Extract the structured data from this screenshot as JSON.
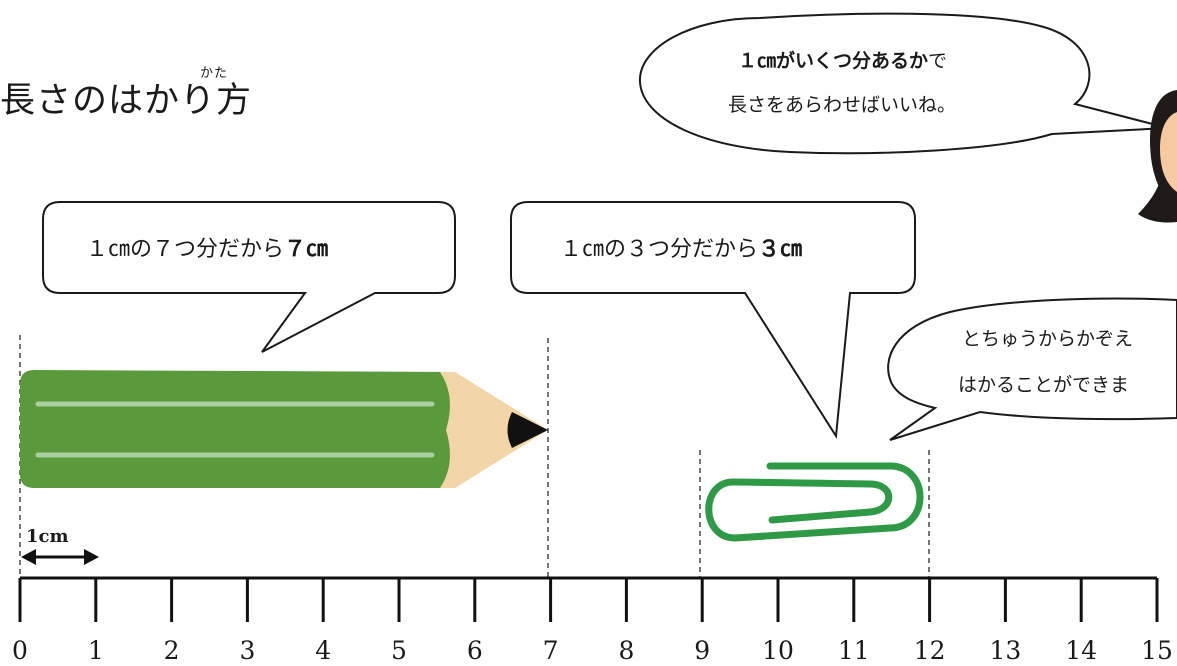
{
  "title": {
    "text": "長さのはかり方",
    "ruby": "かた"
  },
  "cloud_top": {
    "line1_bold": "１㎝がいくつ分あるか",
    "line1_rest": "で",
    "line2": "長さをあらわせばいいね。"
  },
  "cloud_right": {
    "line1": "とちゅうからかぞえ",
    "line2": "はかることができま"
  },
  "box_pencil": {
    "text": "１㎝の７つ分だから",
    "answer": "７㎝"
  },
  "box_clip": {
    "text": "１㎝の３つ分だから",
    "answer": "３㎝"
  },
  "unit_label": "1cm",
  "ruler": {
    "ticks": [
      "0",
      "1",
      "2",
      "3",
      "4",
      "5",
      "6",
      "7",
      "8",
      "9",
      "10",
      "11",
      "12",
      "13",
      "14",
      "15"
    ]
  },
  "colors": {
    "pencil_body": "#5a9a3c",
    "pencil_stripe": "#a9cfa0",
    "pencil_wood": "#f2d6a8",
    "clip_green": "#2f9a46",
    "hair": "#1f1a17",
    "skin": "#f7c9a3"
  },
  "icons": [
    "pencil-icon",
    "paperclip-icon",
    "person-icon",
    "double-arrow-icon"
  ]
}
